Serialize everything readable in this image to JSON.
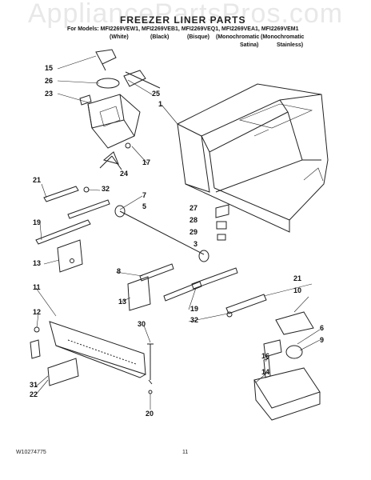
{
  "watermark": "AppliancePartsPros.com",
  "title": "FREEZER LINER PARTS",
  "models_prefix": "For Models:",
  "models": [
    "MFI2269VEW1,",
    "MFI2269VEB1,",
    "MFI2269VEQ1,",
    "MFI2269VEA1,",
    "MFI2269VEM1"
  ],
  "colors_line1": [
    "(White)",
    "(Black)",
    "(Bisque)",
    "(Monochromatic",
    "(Monochromatic"
  ],
  "colors_line2": [
    "Satina)",
    "Stainless)"
  ],
  "part_labels": [
    "15",
    "26",
    "23",
    "24",
    "17",
    "25",
    "1",
    "21",
    "32",
    "7",
    "5",
    "19",
    "13",
    "8",
    "27",
    "28",
    "29",
    "3",
    "21",
    "10",
    "13",
    "19",
    "32",
    "6",
    "9",
    "11",
    "12",
    "30",
    "16",
    "14",
    "31",
    "22",
    "20"
  ],
  "footer_left": "W10274775",
  "footer_page": "11"
}
